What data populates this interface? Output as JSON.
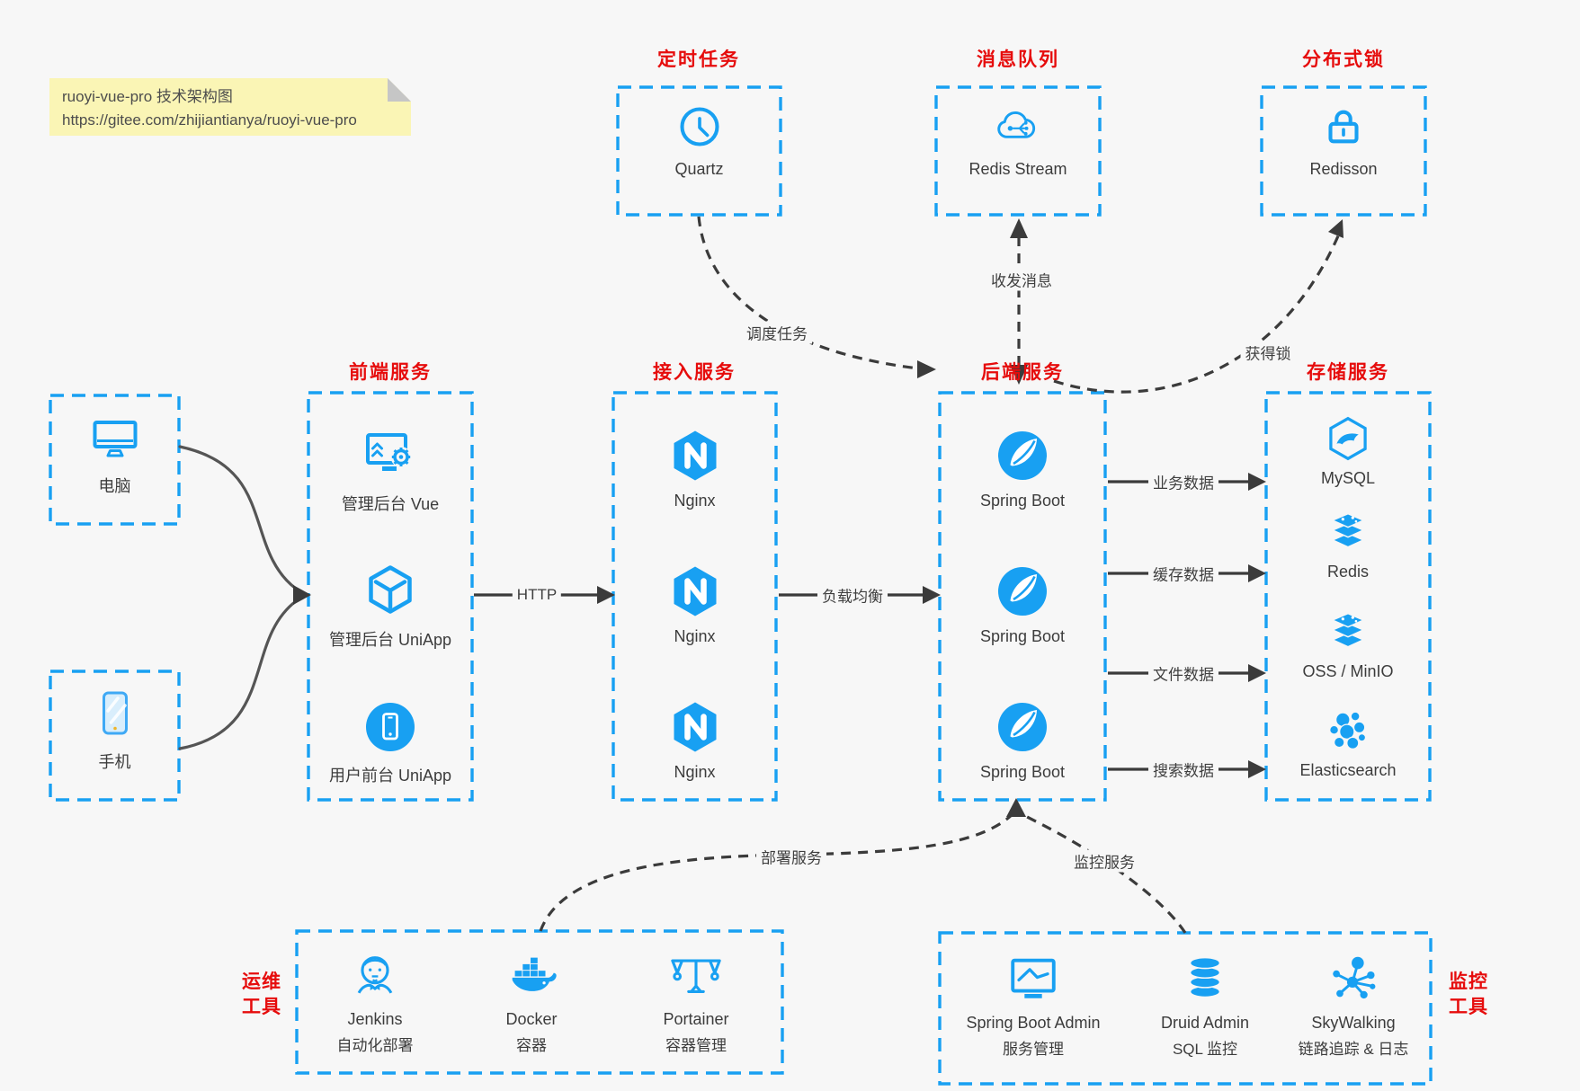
{
  "note": {
    "line1": "ruoyi-vue-pro 技术架构图",
    "line2": "https://gitee.com/zhijiantianya/ruoyi-vue-pro"
  },
  "colors": {
    "accent_blue": "#18a0f2",
    "title_red": "#e60c0c",
    "arrow_dark": "#3b3b3b",
    "client_arrow_gray": "#555555",
    "note_bg": "#faf5b5",
    "canvas_bg": "#f7f7f7"
  },
  "top_groups": [
    {
      "title": "定时任务",
      "item": {
        "icon": "clock-icon",
        "label": "Quartz"
      }
    },
    {
      "title": "消息队列",
      "item": {
        "icon": "cloud-share-icon",
        "label": "Redis Stream"
      }
    },
    {
      "title": "分布式锁",
      "item": {
        "icon": "lock-icon",
        "label": "Redisson"
      }
    }
  ],
  "clients": [
    {
      "icon": "desktop-icon",
      "label": "电脑"
    },
    {
      "icon": "mobile-icon",
      "label": "手机"
    }
  ],
  "columns": [
    {
      "title": "前端服务",
      "items": [
        {
          "icon": "admin-vue-icon",
          "label": "管理后台 Vue"
        },
        {
          "icon": "uniapp-cube-icon",
          "label": "管理后台 UniApp"
        },
        {
          "icon": "user-app-icon",
          "label": "用户前台 UniApp"
        }
      ]
    },
    {
      "title": "接入服务",
      "items": [
        {
          "icon": "nginx-icon",
          "label": "Nginx"
        },
        {
          "icon": "nginx-icon",
          "label": "Nginx"
        },
        {
          "icon": "nginx-icon",
          "label": "Nginx"
        }
      ]
    },
    {
      "title": "后端服务",
      "items": [
        {
          "icon": "spring-boot-icon",
          "label": "Spring Boot"
        },
        {
          "icon": "spring-boot-icon",
          "label": "Spring Boot"
        },
        {
          "icon": "spring-boot-icon",
          "label": "Spring Boot"
        }
      ]
    },
    {
      "title": "存储服务",
      "items": [
        {
          "icon": "mysql-icon",
          "label": "MySQL"
        },
        {
          "icon": "redis-stack-icon",
          "label": "Redis"
        },
        {
          "icon": "redis-stack-icon",
          "label": "OSS / MinIO"
        },
        {
          "icon": "elasticsearch-icon",
          "label": "Elasticsearch"
        }
      ]
    }
  ],
  "edges": {
    "http": "HTTP",
    "load_balance": "负载均衡",
    "schedule_task": "调度任务",
    "send_receive_message": "收发消息",
    "acquire_lock": "获得锁",
    "deploy_service": "部署服务",
    "monitor_service": "监控服务",
    "business_data": "业务数据",
    "cache_data": "缓存数据",
    "file_data": "文件数据",
    "search_data": "搜索数据"
  },
  "bottom_groups": [
    {
      "side_label_lines": [
        "运维",
        "工具"
      ],
      "items": [
        {
          "icon": "jenkins-icon",
          "label": "Jenkins",
          "sublabel": "自动化部署"
        },
        {
          "icon": "docker-icon",
          "label": "Docker",
          "sublabel": "容器"
        },
        {
          "icon": "portainer-icon",
          "label": "Portainer",
          "sublabel": "容器管理"
        }
      ]
    },
    {
      "side_label_lines": [
        "监控",
        "工具"
      ],
      "items": [
        {
          "icon": "spring-boot-admin-icon",
          "label": "Spring Boot Admin",
          "sublabel": "服务管理"
        },
        {
          "icon": "druid-icon",
          "label": "Druid Admin",
          "sublabel": "SQL 监控"
        },
        {
          "icon": "skywalking-icon",
          "label": "SkyWalking",
          "sublabel": "链路追踪 & 日志"
        }
      ]
    }
  ]
}
